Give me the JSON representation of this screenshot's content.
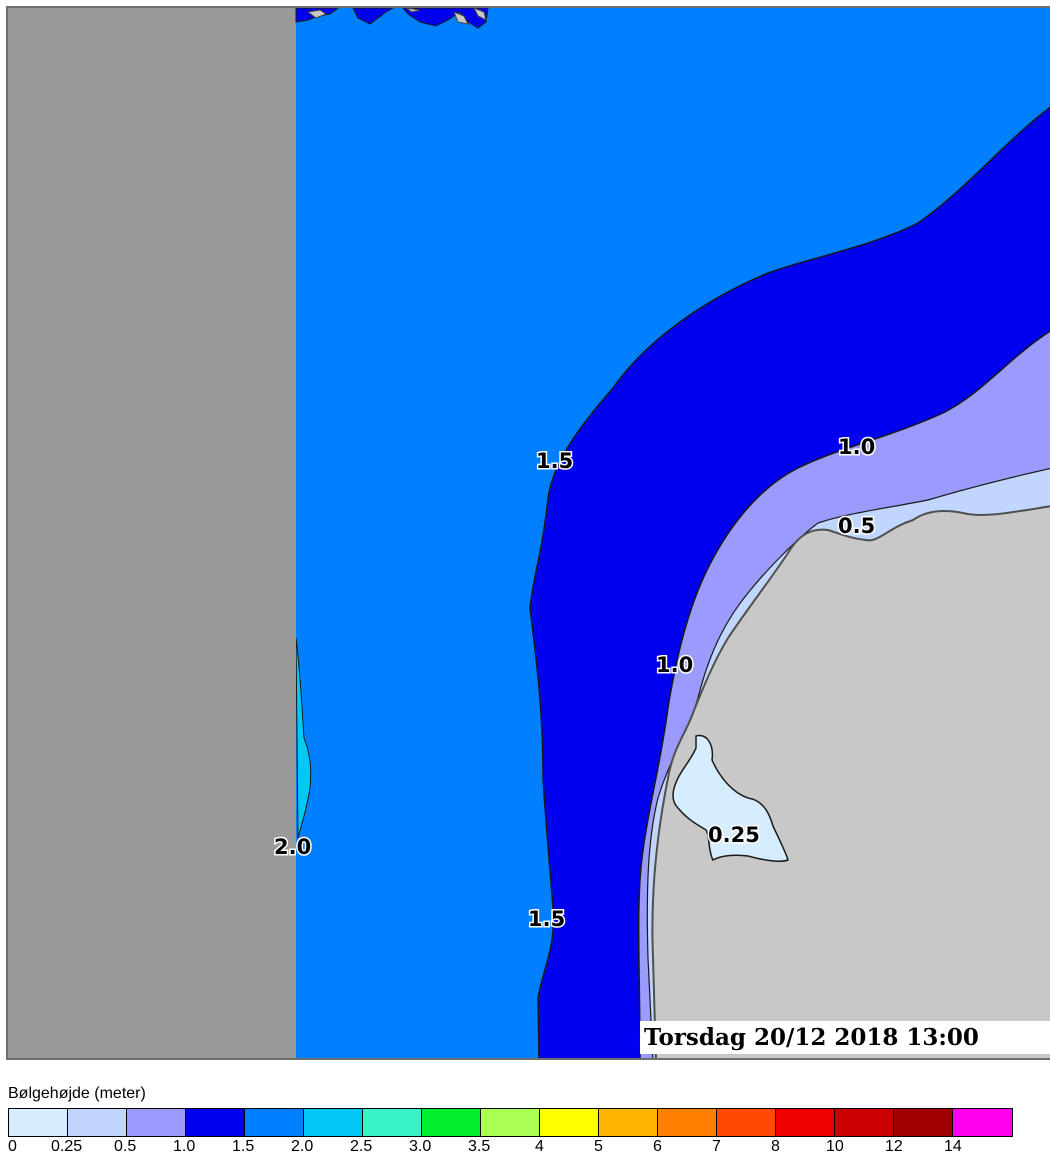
{
  "timestamp": "Torsdag 20/12 2018 13:00",
  "legend": {
    "title": "Bølgehøjde (meter)",
    "ticks": [
      "0",
      "0.25",
      "0.5",
      "1.0",
      "1.5",
      "2.0",
      "2.5",
      "3.0",
      "3.5",
      "4",
      "5",
      "6",
      "7",
      "8",
      "10",
      "12",
      "14"
    ],
    "colors": [
      "#d6ecff",
      "#c0d6fe",
      "#9b9bfe",
      "#0000ee",
      "#0080ff",
      "#00c8f5",
      "#3af2c8",
      "#00ef2e",
      "#a9ff52",
      "#ffff00",
      "#ffb400",
      "#ff8000",
      "#ff4a00",
      "#ee0000",
      "#cc0000",
      "#a00000",
      "#ff00ee"
    ]
  },
  "contour_labels": [
    "1.5",
    "1.0",
    "0.5",
    "1.0",
    "0.25",
    "2.0",
    "1.5"
  ],
  "map_colors": {
    "off_grid": "#999999",
    "land": "#c8c8c8",
    "wave_2_0_plus": "#00c8f5",
    "wave_1_5_2_0": "#0080ff",
    "wave_1_0_1_5": "#0000ee",
    "wave_0_5_1_0": "#9b9bfe",
    "wave_0_25_0_5": "#c0d6fe",
    "wave_0_0_25": "#d6ecff"
  }
}
